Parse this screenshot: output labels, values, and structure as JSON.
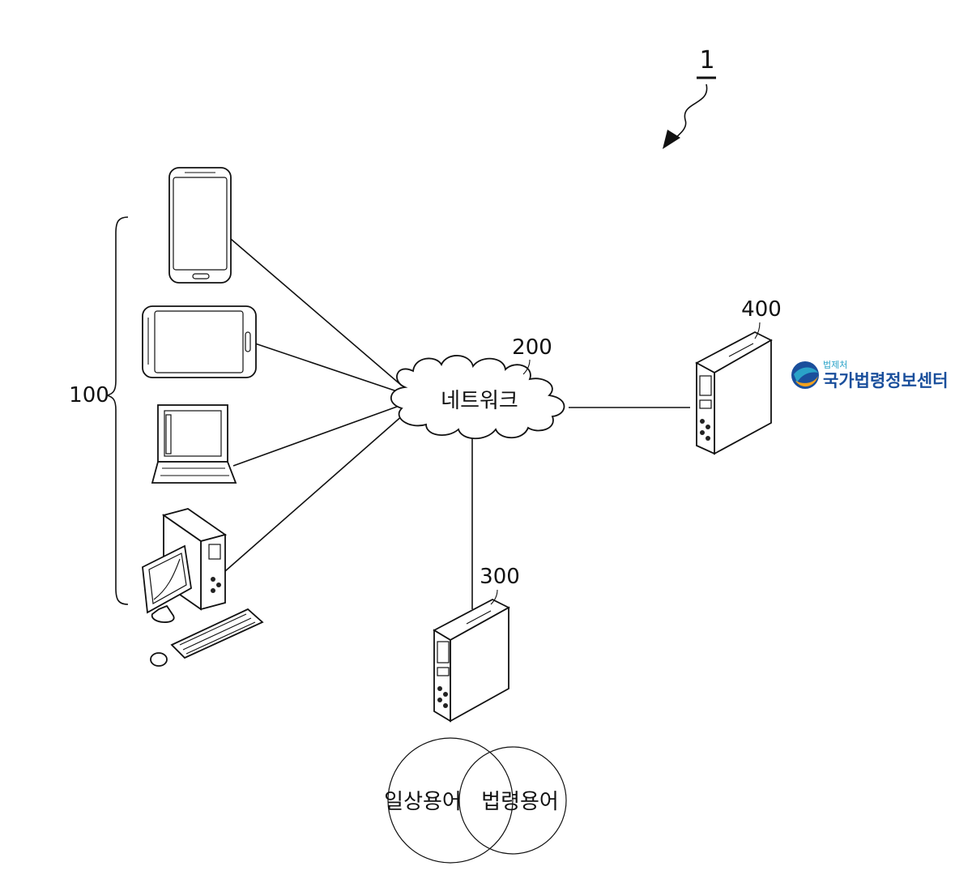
{
  "figure": {
    "system_ref": "1",
    "terminals_ref": "100",
    "network_ref": "200",
    "network_label": "네트워크",
    "server_ref": "300",
    "external_server_ref": "400",
    "logo": {
      "small_text": "법제처",
      "main_text": "국가법령정보센터",
      "colors": {
        "primary": "#1a4f9c",
        "accent": "#2aa3c8",
        "swoosh": "#f2a11d"
      }
    },
    "venn": {
      "left_label": "일상용어",
      "right_label": "법령용어"
    }
  }
}
